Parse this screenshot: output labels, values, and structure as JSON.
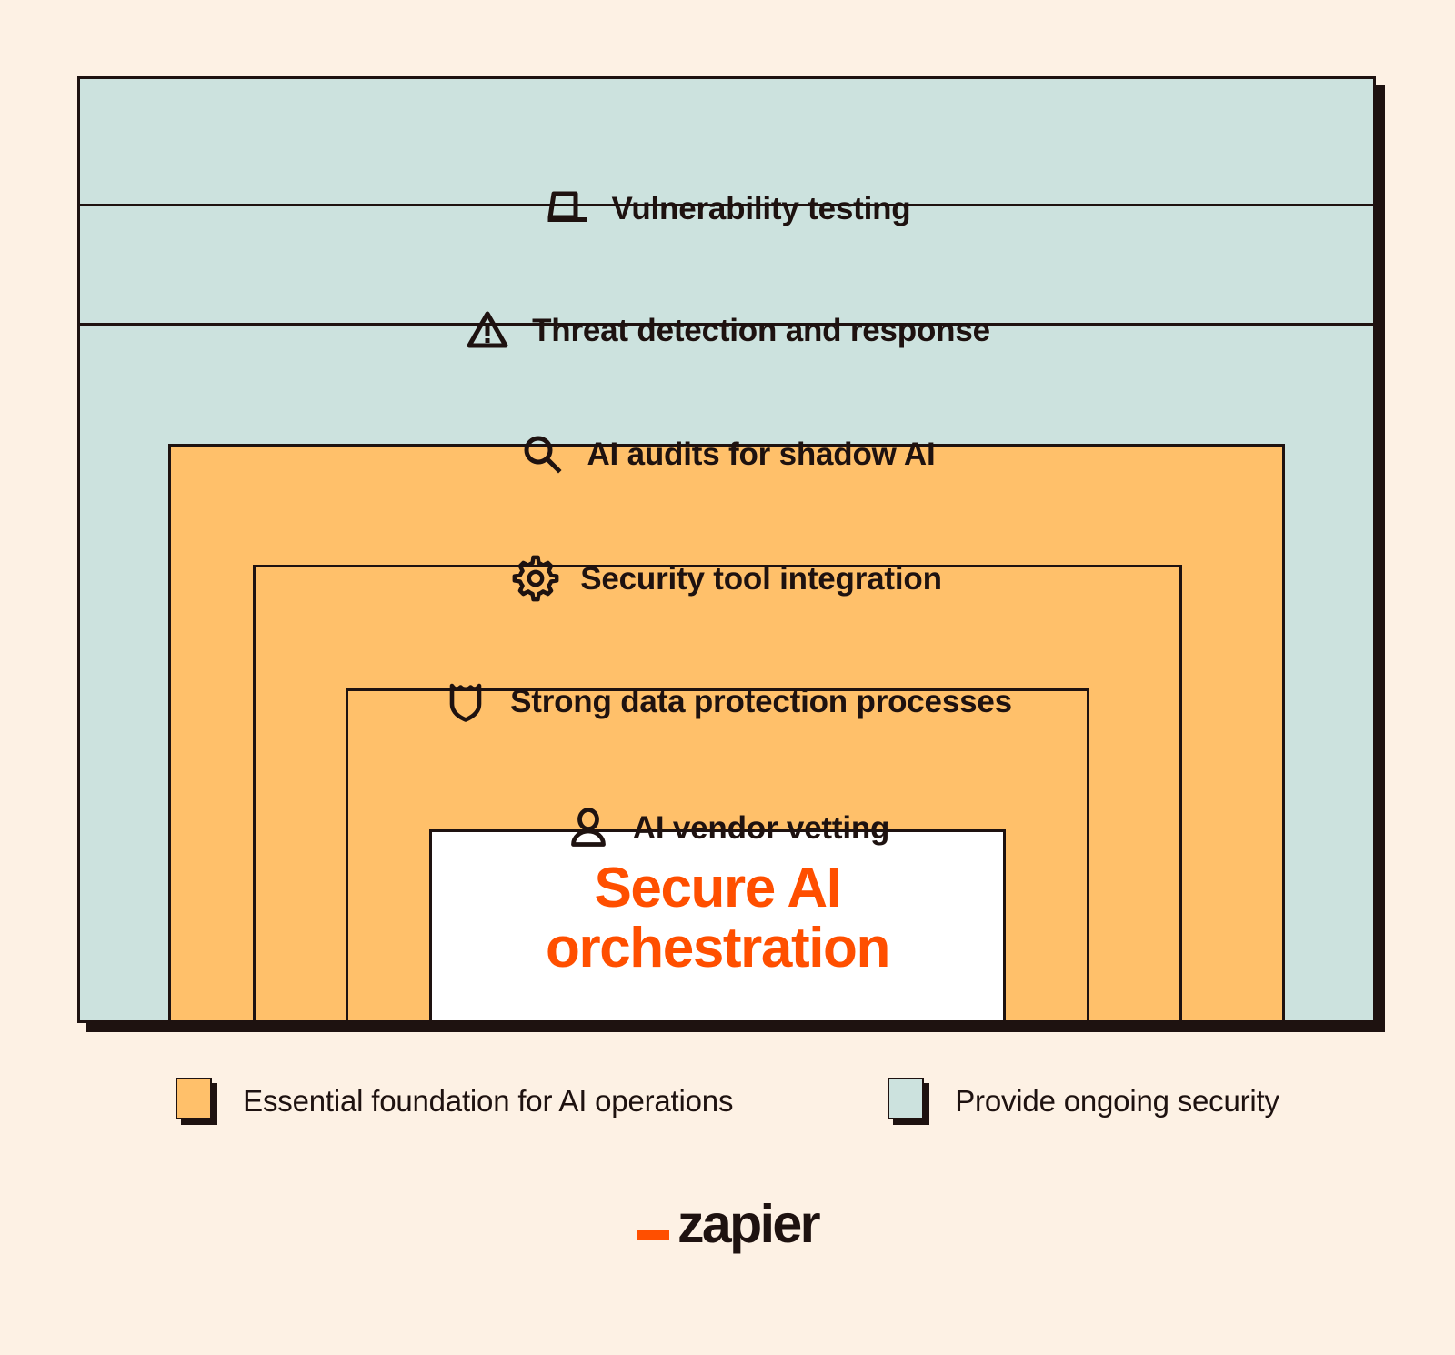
{
  "colors": {
    "background": "#fdf1e4",
    "teal": "#cce2de",
    "amber": "#ffc06a",
    "white": "#ffffff",
    "ink": "#1e1210",
    "accent_orange": "#ff4f00"
  },
  "diagram": {
    "type": "nested-pyramid",
    "layers": [
      {
        "id": "vulnerability-testing",
        "label": "Vulnerability testing",
        "icon": "laptop-icon",
        "fill": "teal",
        "category": "Provide ongoing security"
      },
      {
        "id": "threat-detection",
        "label": "Threat detection and response",
        "icon": "warning-icon",
        "fill": "teal",
        "category": "Provide ongoing security"
      },
      {
        "id": "ai-audits",
        "label": "AI audits for shadow AI",
        "icon": "search-icon",
        "fill": "teal",
        "category": "Provide ongoing security"
      },
      {
        "id": "security-tool-integration",
        "label": "Security tool integration",
        "icon": "gear-icon",
        "fill": "amber",
        "category": "Essential foundation for AI operations"
      },
      {
        "id": "data-protection",
        "label": "Strong data protection processes",
        "icon": "shield-icon",
        "fill": "amber",
        "category": "Essential foundation for AI operations"
      },
      {
        "id": "ai-vendor-vetting",
        "label": "AI vendor vetting",
        "icon": "person-icon",
        "fill": "amber",
        "category": "Essential foundation for AI operations"
      }
    ],
    "core": {
      "line1": "Secure AI",
      "line2": "orchestration",
      "fill": "white"
    }
  },
  "legend": {
    "items": [
      {
        "swatch": "amber",
        "label": "Essential foundation for AI operations"
      },
      {
        "swatch": "teal",
        "label": "Provide ongoing security"
      }
    ]
  },
  "brand": {
    "underscore": "_",
    "word": "zapier"
  }
}
